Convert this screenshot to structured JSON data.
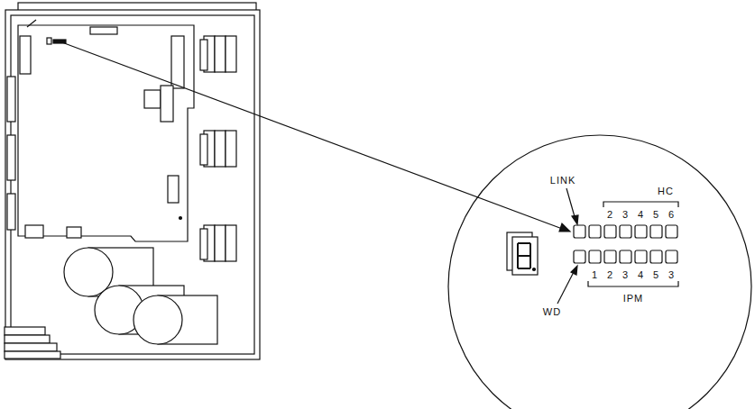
{
  "diagram": {
    "labels": [
      "LINK",
      "HC",
      "2",
      "3",
      "4",
      "5",
      "6",
      "WD",
      "IPM",
      "1",
      "2",
      "3",
      "4",
      "5",
      "3"
    ]
  }
}
